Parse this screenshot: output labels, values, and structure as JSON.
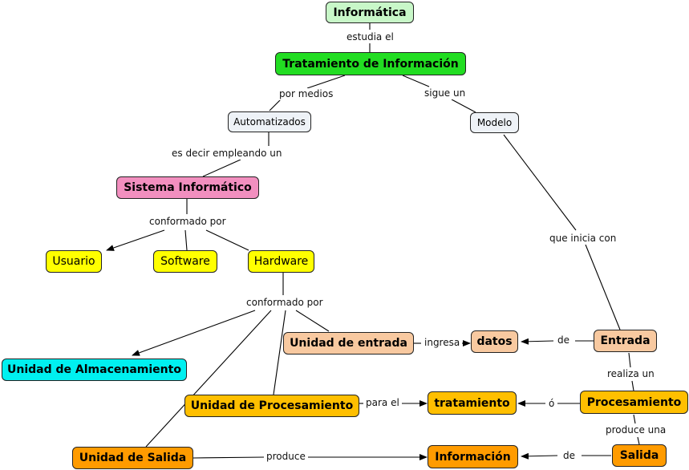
{
  "colors": {
    "root": "#c8f7c8",
    "main": "#22dd22",
    "concept": "#eef2f7",
    "system": "#f28fbf",
    "component": "#ffff00",
    "storage": "#00f0f0",
    "input": "#f8c9a0",
    "process": "#ffbf00",
    "output": "#ff9b00",
    "line": "#000000"
  },
  "nodes": {
    "informatica": "Informática",
    "tratamiento_info": "Tratamiento de Información",
    "automatizados": "Automatizados",
    "modelo": "Modelo",
    "sistema": "Sistema Informático",
    "usuario": "Usuario",
    "software": "Software",
    "hardware": "Hardware",
    "almacenamiento": "Unidad de Almacenamiento",
    "unidad_entrada": "Unidad de entrada",
    "datos": "datos",
    "entrada": "Entrada",
    "unidad_procesamiento": "Unidad de Procesamiento",
    "tratamiento": "tratamiento",
    "procesamiento": "Procesamiento",
    "unidad_salida": "Unidad de Salida",
    "informacion": "Información",
    "salida": "Salida"
  },
  "links": {
    "estudia_el": "estudia el",
    "por_medios": "por medios",
    "sigue_un": "sigue un",
    "es_decir": "es decir empleando un",
    "conformado_por_1": "conformado por",
    "conformado_por_2": "conformado por",
    "que_inicia_con": "que inicia con",
    "ingresa": "ingresa",
    "de_1": "de",
    "realiza_un": "realiza un",
    "para_el": "para el",
    "o": "ó",
    "produce_una": "produce una",
    "produce": "produce",
    "de_2": "de"
  }
}
